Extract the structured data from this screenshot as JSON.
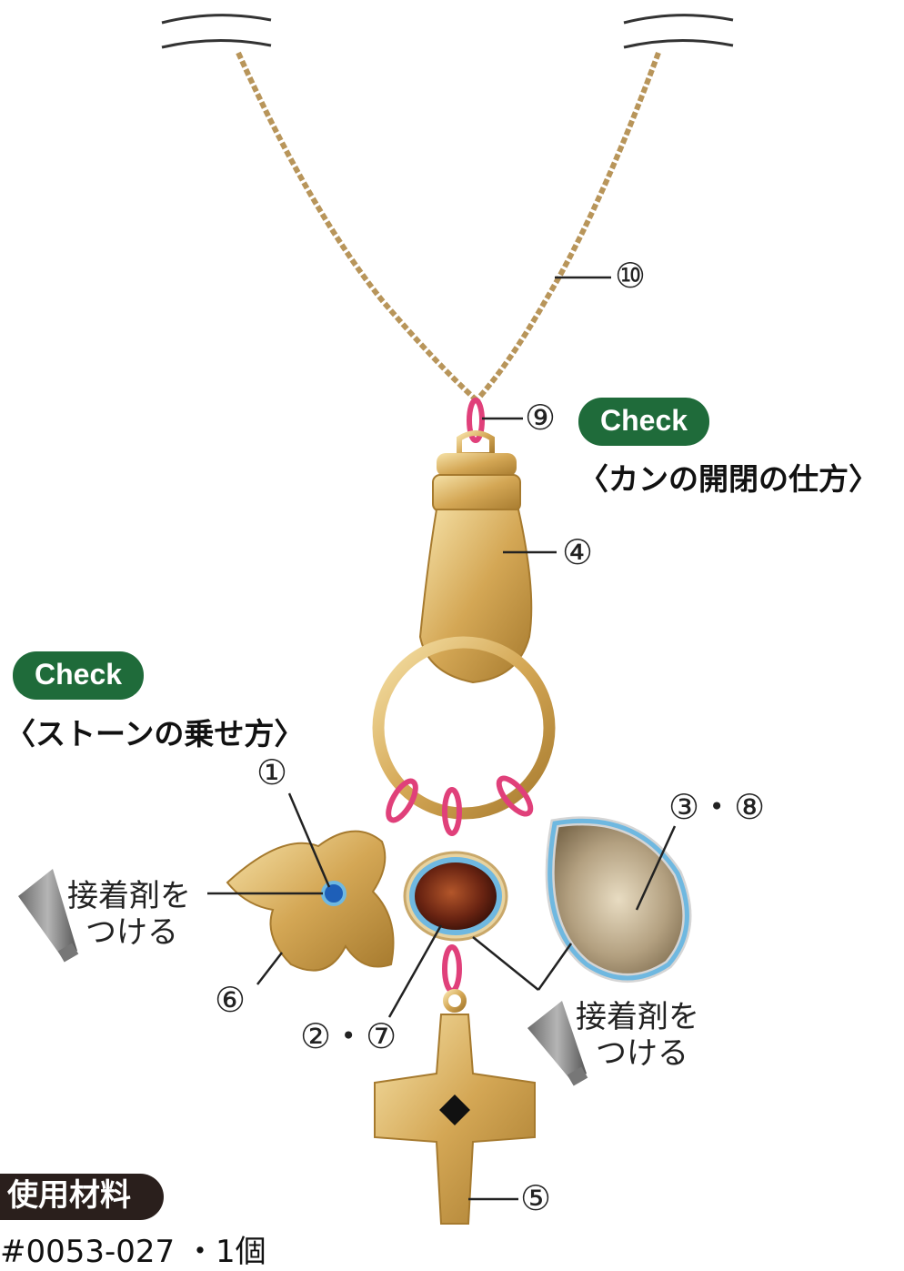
{
  "labels": {
    "n1": "①",
    "n27": "②・⑦",
    "n38": "③・⑧",
    "n4": "④",
    "n5": "⑤",
    "n6": "⑥",
    "n9": "⑨",
    "n10": "⑩"
  },
  "checks": {
    "top": {
      "button": "Check",
      "note": "〈カンの開閉の仕方〉"
    },
    "left": {
      "button": "Check",
      "note": "〈ストーンの乗せ方〉"
    }
  },
  "glue": {
    "left": {
      "line1": "接着剤を",
      "line2": "つける"
    },
    "right": {
      "line1": "接着剤を",
      "line2": "つける"
    }
  },
  "materials": {
    "title": "使用材料",
    "partial_line": "#0053-027 ・1個"
  },
  "colors": {
    "check_green": "#1f6b3a",
    "ring_pink": "#e0407a",
    "outline_blue": "#6fb8e0",
    "gold": "#d9b36a"
  },
  "icons": {
    "glue_tube": "glue-tube-icon",
    "break_mark": "break-wave-icon"
  }
}
